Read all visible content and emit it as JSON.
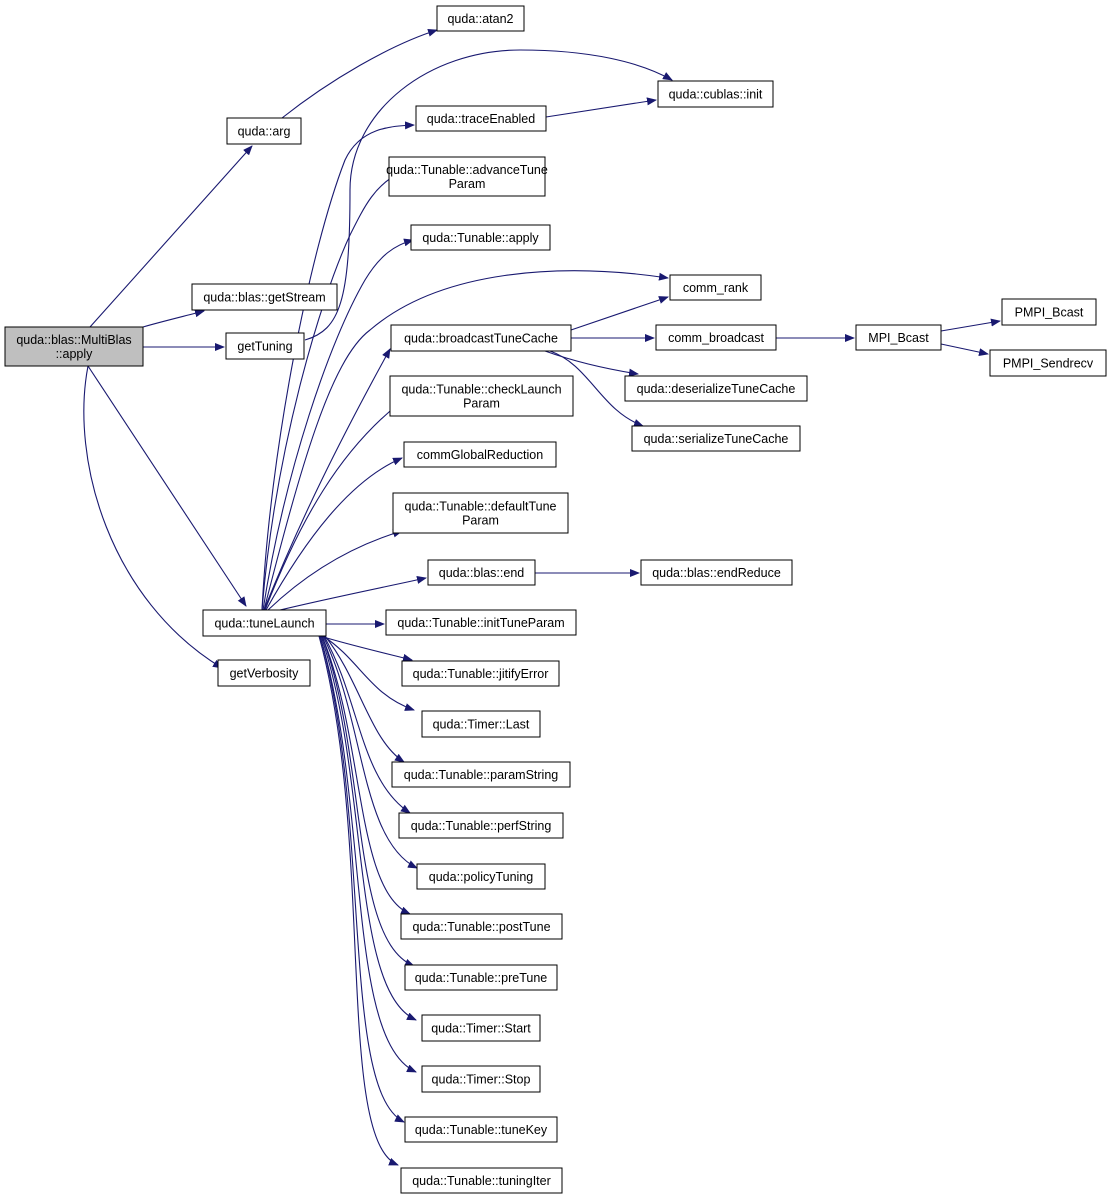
{
  "diagram": {
    "colors": {
      "edge": "#191970",
      "node_fill": "#ffffff",
      "root_fill": "#bfbfbf",
      "border": "#000000"
    },
    "nodes": [
      {
        "id": "root",
        "lines": [
          "quda::blas::MultiBlas",
          "::apply"
        ],
        "root": true
      },
      {
        "id": "arg",
        "lines": [
          "quda::arg"
        ]
      },
      {
        "id": "atan2",
        "lines": [
          "quda::atan2"
        ]
      },
      {
        "id": "cublas_init",
        "lines": [
          "quda::cublas::init"
        ]
      },
      {
        "id": "getStream",
        "lines": [
          "quda::blas::getStream"
        ]
      },
      {
        "id": "getTuning",
        "lines": [
          "getTuning"
        ]
      },
      {
        "id": "getVerbosity",
        "lines": [
          "getVerbosity"
        ]
      },
      {
        "id": "tuneLaunch",
        "lines": [
          "quda::tuneLaunch"
        ]
      },
      {
        "id": "traceEnabled",
        "lines": [
          "quda::traceEnabled"
        ]
      },
      {
        "id": "advanceTuneParam",
        "lines": [
          "quda::Tunable::advanceTune",
          "Param"
        ]
      },
      {
        "id": "tunable_apply",
        "lines": [
          "quda::Tunable::apply"
        ]
      },
      {
        "id": "broadcastTuneCache",
        "lines": [
          "quda::broadcastTuneCache"
        ]
      },
      {
        "id": "checkLaunchParam",
        "lines": [
          "quda::Tunable::checkLaunch",
          "Param"
        ]
      },
      {
        "id": "commGlobalReduction",
        "lines": [
          "commGlobalReduction"
        ]
      },
      {
        "id": "defaultTuneParam",
        "lines": [
          "quda::Tunable::defaultTune",
          "Param"
        ]
      },
      {
        "id": "blas_end",
        "lines": [
          "quda::blas::end"
        ]
      },
      {
        "id": "initTuneParam",
        "lines": [
          "quda::Tunable::initTuneParam"
        ]
      },
      {
        "id": "jitifyError",
        "lines": [
          "quda::Tunable::jitifyError"
        ]
      },
      {
        "id": "timer_last",
        "lines": [
          "quda::Timer::Last"
        ]
      },
      {
        "id": "paramString",
        "lines": [
          "quda::Tunable::paramString"
        ]
      },
      {
        "id": "perfString",
        "lines": [
          "quda::Tunable::perfString"
        ]
      },
      {
        "id": "policyTuning",
        "lines": [
          "quda::policyTuning"
        ]
      },
      {
        "id": "postTune",
        "lines": [
          "quda::Tunable::postTune"
        ]
      },
      {
        "id": "preTune",
        "lines": [
          "quda::Tunable::preTune"
        ]
      },
      {
        "id": "timer_start",
        "lines": [
          "quda::Timer::Start"
        ]
      },
      {
        "id": "timer_stop",
        "lines": [
          "quda::Timer::Stop"
        ]
      },
      {
        "id": "tuneKey",
        "lines": [
          "quda::Tunable::tuneKey"
        ]
      },
      {
        "id": "tuningIter",
        "lines": [
          "quda::Tunable::tuningIter"
        ]
      },
      {
        "id": "comm_rank",
        "lines": [
          "comm_rank"
        ]
      },
      {
        "id": "comm_broadcast",
        "lines": [
          "comm_broadcast"
        ]
      },
      {
        "id": "deserializeTuneCache",
        "lines": [
          "quda::deserializeTuneCache"
        ]
      },
      {
        "id": "serializeTuneCache",
        "lines": [
          "quda::serializeTuneCache"
        ]
      },
      {
        "id": "endReduce",
        "lines": [
          "quda::blas::endReduce"
        ]
      },
      {
        "id": "MPI_Bcast",
        "lines": [
          "MPI_Bcast"
        ]
      },
      {
        "id": "PMPI_Bcast",
        "lines": [
          "PMPI_Bcast"
        ]
      },
      {
        "id": "PMPI_Sendrecv",
        "lines": [
          "PMPI_Sendrecv"
        ]
      }
    ]
  }
}
